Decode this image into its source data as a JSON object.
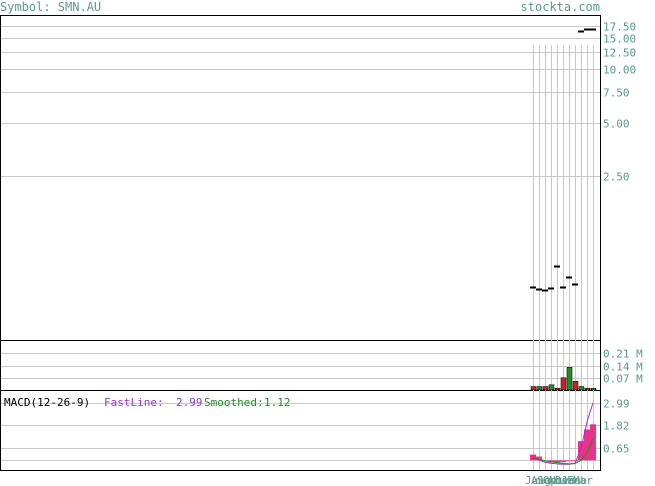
{
  "header": {
    "symbol_label": "Symbol: SMN.AU",
    "site": "stockta.com"
  },
  "colors": {
    "grid": "#c8c8c8",
    "axis_text": "#5a9a8a",
    "up": "#228b22",
    "down": "#cc2222",
    "fastline": "#9933cc",
    "smoothed": "#228b22",
    "hist": "#e8338a"
  },
  "chart_data": [
    {
      "type": "candlestick",
      "panel": "price",
      "scale": "log",
      "y_ticks": [
        "17.50",
        "15.00",
        "12.50",
        "10.00",
        "7.50",
        "5.00",
        "2.50"
      ],
      "y_tick_values": [
        17.5,
        15,
        12.5,
        10,
        7.5,
        5,
        2.5
      ],
      "prices": [
        0.6,
        0.58,
        0.57,
        0.59,
        0.78,
        0.6,
        0.68,
        0.62,
        16.5,
        16.8,
        17.0
      ],
      "grid": true
    },
    {
      "type": "bar",
      "panel": "volume",
      "y_ticks": [
        "0.21 M",
        "0.14 M",
        "0.07 M"
      ],
      "y_tick_values": [
        0.21,
        0.14,
        0.07
      ],
      "ylim": [
        0,
        0.28
      ],
      "values": [
        0.02,
        0.02,
        0.02,
        0.03,
        0.01,
        0.07,
        0.13,
        0.05,
        0.02,
        0.01,
        0.01
      ],
      "up": [
        false,
        true,
        false,
        true,
        false,
        false,
        true,
        false,
        true,
        false,
        true
      ]
    },
    {
      "type": "line",
      "panel": "macd",
      "label": "MACD(12-26-9)",
      "fastline_label": "FastLine:",
      "fastline_value": "2.99",
      "smoothed_label": "Smoothed:",
      "smoothed_value": "1.12",
      "y_ticks": [
        "2.99",
        "1.82",
        "0.65"
      ],
      "y_tick_values": [
        2.99,
        1.82,
        0.65
      ],
      "ylim": [
        -0.5,
        3.6
      ],
      "fast": [
        0.15,
        0.02,
        -0.1,
        -0.15,
        -0.18,
        -0.2,
        -0.2,
        -0.15,
        0.6,
        2.0,
        2.99
      ],
      "smooth": [
        0.1,
        0.05,
        -0.02,
        -0.08,
        -0.12,
        -0.15,
        -0.18,
        -0.17,
        0.0,
        0.4,
        1.12
      ],
      "histogram": [
        0.3,
        0.2,
        -0.05,
        -0.1,
        -0.1,
        -0.08,
        -0.05,
        -0.02,
        1.0,
        1.6,
        1.87
      ]
    }
  ],
  "x_labels": [
    "Jul",
    "Aug",
    "Sep",
    "Oct",
    "Nov",
    "Dec",
    "Jan",
    "Feb",
    "Mar"
  ]
}
